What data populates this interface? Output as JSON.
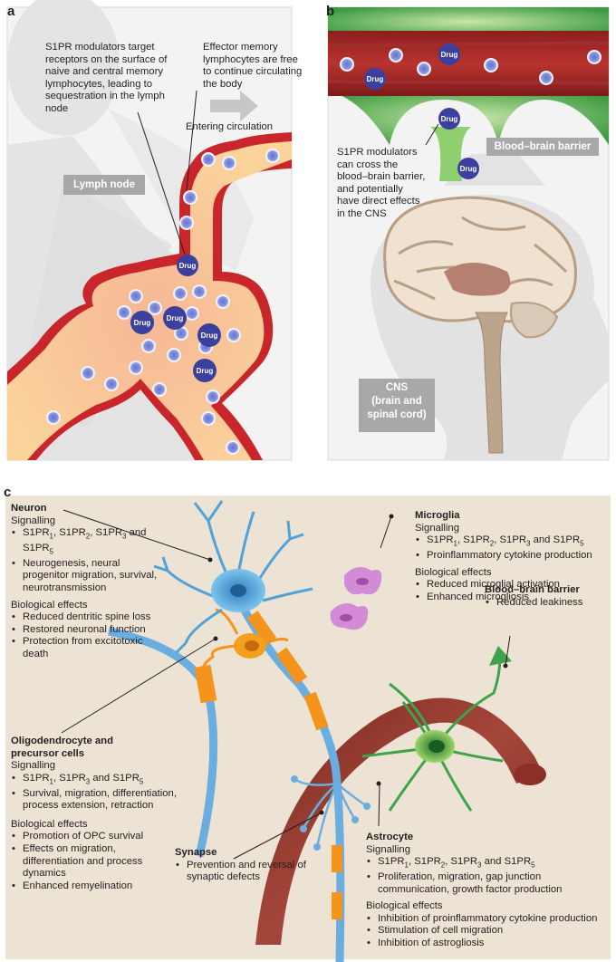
{
  "panel_a": {
    "letter": "a",
    "sequestration_text": "S1PR modulators target receptors on the surface of naive and central memory lymphocytes, leading to sequestration in the lymph node",
    "effector_text": "Effector memory lymphocytes are free to continue circulating the body",
    "entering_label": "Entering circulation",
    "lymph_node_label": "Lymph node",
    "drug_label": "Drug"
  },
  "panel_b": {
    "letter": "b",
    "bbb_label": "Blood–brain barrier",
    "cross_text": "S1PR modulators can cross the blood–brain barrier, and potentially have direct effects in the CNS",
    "cns_label_line1": "CNS",
    "cns_label_line2": "(brain and",
    "cns_label_line3": "spinal cord)",
    "drug_label": "Drug"
  },
  "panel_c": {
    "letter": "c",
    "sub": "1",
    "neuron": {
      "title": "Neuron",
      "signalling_heading": "Signalling",
      "s1pr": "S1PR",
      "sub1": "1",
      "sub2": "2",
      "sub3": "3",
      "sub5": "5",
      "and": "and",
      "signalling_item2": "Neurogenesis, neural progenitor migration, survival, neurotransmission",
      "effects_heading": "Biological effects",
      "effects": [
        "Reduced dentritic spine loss",
        "Restored neuronal function",
        "Protection from excitotoxic death"
      ]
    },
    "microglia": {
      "title": "Microglia",
      "signalling_heading": "Signalling",
      "signalling_item2": "Proinflammatory cytokine production",
      "effects_heading": "Biological effects",
      "effects": [
        "Reduced microglial activation",
        "Enhanced microgliosis"
      ]
    },
    "bbb": {
      "title": "Blood–brain barrier",
      "effects": [
        "Reduced leakiness"
      ]
    },
    "oligo": {
      "title_line1": "Oligodendrocyte and",
      "title_line2": "precursor cells",
      "signalling_heading": "Signalling",
      "signalling_item2": "Survival, migration, differentiation, process extension, retraction",
      "effects_heading": "Biological effects",
      "effects": [
        "Promotion of OPC survival",
        "Effects on migration, differentiation and process dynamics",
        "Enhanced remyelination"
      ]
    },
    "synapse": {
      "title": "Synapse",
      "effects": [
        "Prevention and reversal of synaptic defects"
      ]
    },
    "astrocyte": {
      "title": "Astrocyte",
      "signalling_heading": "Signalling",
      "signalling_item2": "Proliferation, migration, gap junction communication, growth factor production",
      "effects_heading": "Biological effects",
      "effects": [
        "Inhibition of proinflammatory cytokine production",
        "Stimulation of cell migration",
        "Inhibition of astrogliosis"
      ]
    }
  },
  "colors": {
    "panel_bg": "#f0f0f0",
    "panel_c_bg": "#ede3d4",
    "vessel_red": "#c9262c",
    "drug_blue": "#3b3f9e",
    "lymph_fill": "#f9c98e",
    "label_grey": "#a7a8aa",
    "neuron_blue": "#4fa3d9",
    "astro_green": "#2f9e3e",
    "vessel_brown": "#8a3a2e",
    "microglia_pink": "#d48bd6",
    "oligo_orange": "#f4941c"
  }
}
